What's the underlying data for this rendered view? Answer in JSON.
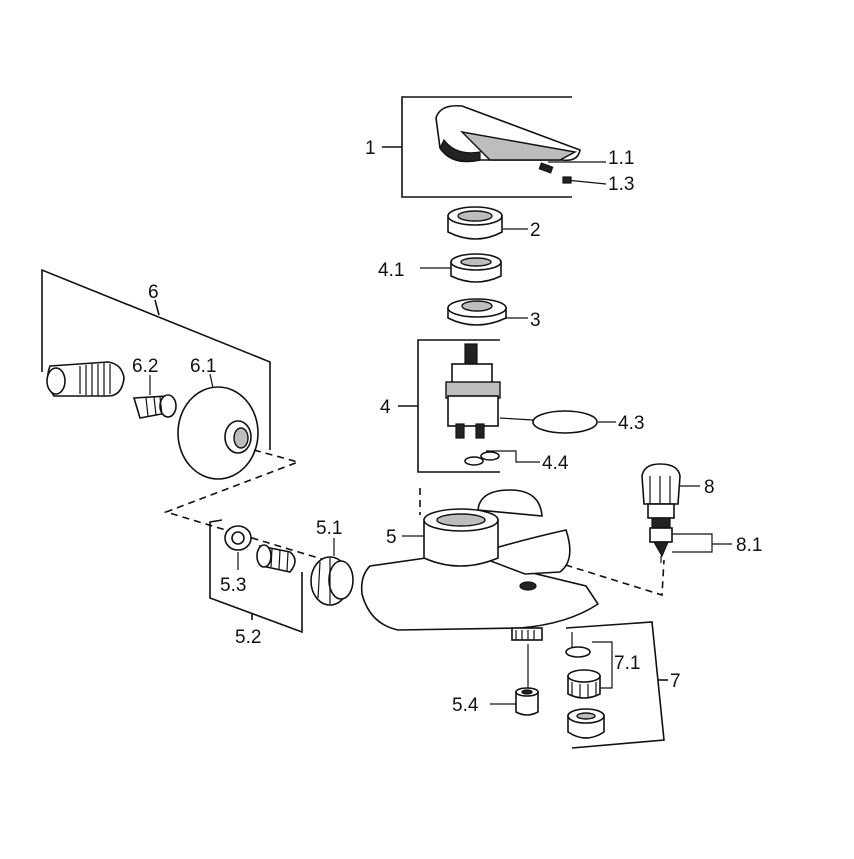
{
  "labels": {
    "p1": "1",
    "p1_1": "1.1",
    "p1_3": "1.3",
    "p2": "2",
    "p4_1": "4.1",
    "p3": "3",
    "p4": "4",
    "p4_3": "4.3",
    "p4_4": "4.4",
    "p6": "6",
    "p6_1": "6.1",
    "p6_2": "6.2",
    "p5": "5",
    "p5_1": "5.1",
    "p5_3": "5.3",
    "p5_2": "5.2",
    "p5_4": "5.4",
    "p7": "7",
    "p7_1": "7.1",
    "p8": "8",
    "p8_1": "8.1"
  }
}
